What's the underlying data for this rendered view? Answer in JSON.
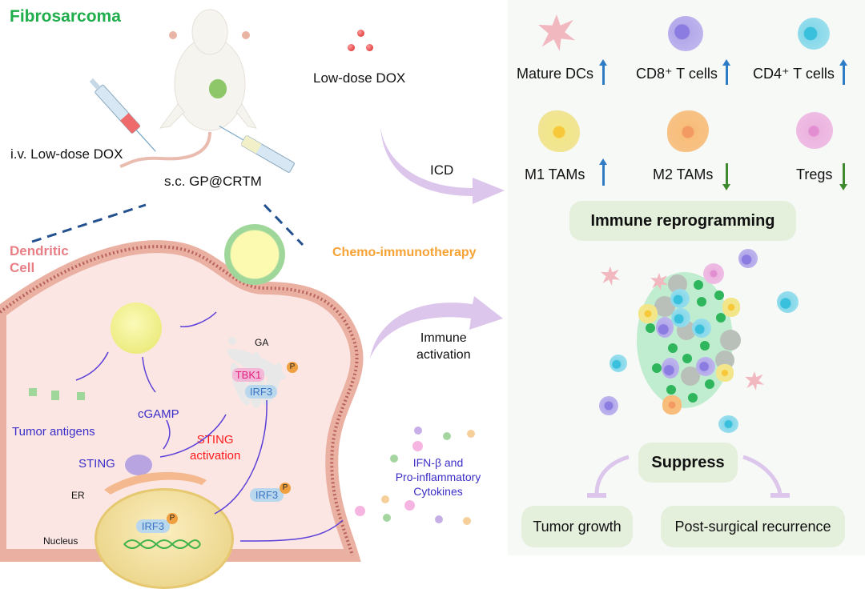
{
  "title": "Fibrosarcoma",
  "mouse_panel": {
    "iv_label": "i.v. Low-dose DOX",
    "sc_label": "s.c. GP@CRTM",
    "dox_label": "Low-dose DOX"
  },
  "arrows": {
    "icd_label": "ICD",
    "immune_activation_label": "Immune\nactivation",
    "immune_activation_line1": "Immune",
    "immune_activation_line2": "activation",
    "therapy_label": "Chemo-immunotherapy"
  },
  "cell_panel": {
    "title_line1": "Dendritic",
    "title_line2": "Cell",
    "labels": {
      "ga": "GA",
      "tbk1": "TBK1",
      "irf3": "IRF3",
      "p": "P",
      "cgamp": "cGAMP",
      "tumor_antigens": "Tumor antigens",
      "sting": "STING",
      "sting_activation_line1": "STING",
      "sting_activation_line2": "activation",
      "er": "ER",
      "nucleus": "Nucleus",
      "cytokines_line1": "IFN-β and",
      "cytokines_line2": "Pro-inflammatory",
      "cytokines_line3": "Cytokines"
    }
  },
  "immune_cells": [
    {
      "label": "Mature DCs",
      "change": "up",
      "color": "#f2b8c0"
    },
    {
      "label": "CD8⁺ T cells",
      "change": "up",
      "color": "#a99be0"
    },
    {
      "label": "CD4⁺ T cells",
      "change": "up",
      "color": "#6fd0e4"
    },
    {
      "label": "M1 TAMs",
      "change": "up",
      "color": "#f1e37a"
    },
    {
      "label": "M2 TAMs",
      "change": "down",
      "color": "#f6b56f"
    },
    {
      "label": "Tregs",
      "change": "down",
      "color": "#e9a9d8"
    }
  ],
  "immune_reprogramming": "Immune reprogramming",
  "suppress": "Suppress",
  "outcomes": [
    "Tumor growth",
    "Post-surgical recurrence"
  ],
  "colors": {
    "title_green": "#1fae4b",
    "dc_pink": "#e87f86",
    "therapy_orange": "#f7a234",
    "arrow_purple": "#d9c2ec",
    "up_blue": "#2f7cc6",
    "down_green": "#3f8a2e",
    "sting_red": "#ff1a1a",
    "text_purple": "#3b2ec8"
  }
}
